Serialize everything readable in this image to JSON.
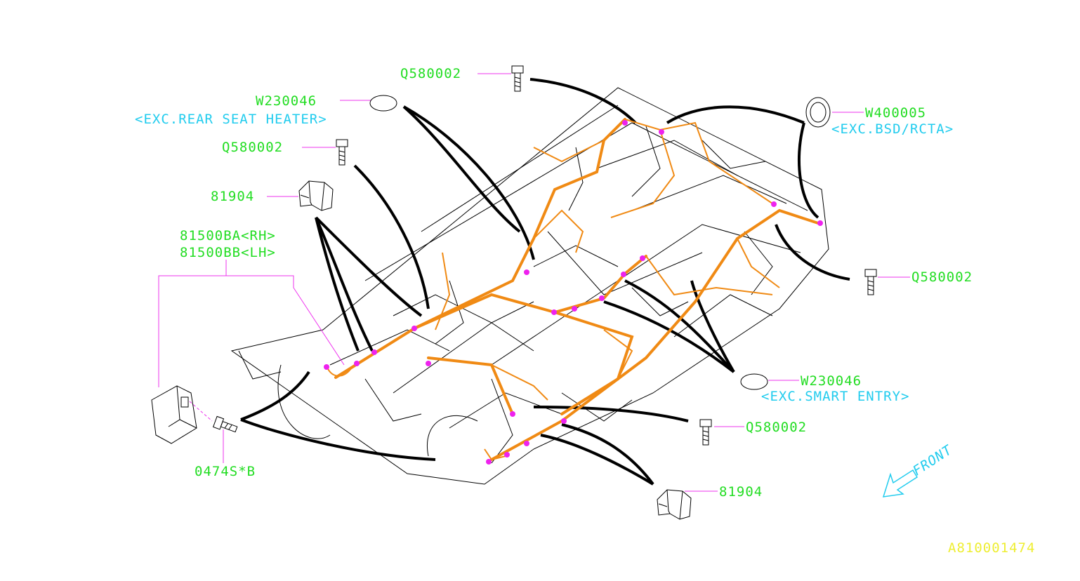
{
  "colors": {
    "part_number": "#22dd22",
    "note": "#22ccee",
    "leader": "#ee33ee",
    "harness": "#f08a14",
    "clip_dot": "#ee22ee",
    "drawing_id": "#eeee33",
    "body_outline": "#000000"
  },
  "callouts": {
    "q580002_top": "Q580002",
    "w230046_top": "W230046",
    "w230046_top_note": "<EXC.REAR SEAT HEATER>",
    "q580002_left": "Q580002",
    "p81904_left": "81904",
    "p81500ba": "81500BA<RH>",
    "p81500bb": "81500BB<LH>",
    "p0474s": "0474S*B",
    "w400005": "W400005",
    "w400005_note": "<EXC.BSD/RCTA>",
    "q580002_right": "Q580002",
    "w230046_bottom": "W230046",
    "w230046_bottom_note": "<EXC.SMART ENTRY>",
    "q580002_bottom": "Q580002",
    "p81904_bottom": "81904"
  },
  "front_label": "FRONT",
  "drawing_id": "A810001474",
  "icons": [
    "bolt-icon",
    "grommet-icon",
    "clip-icon",
    "relay-bracket-icon",
    "front-arrow-icon"
  ]
}
